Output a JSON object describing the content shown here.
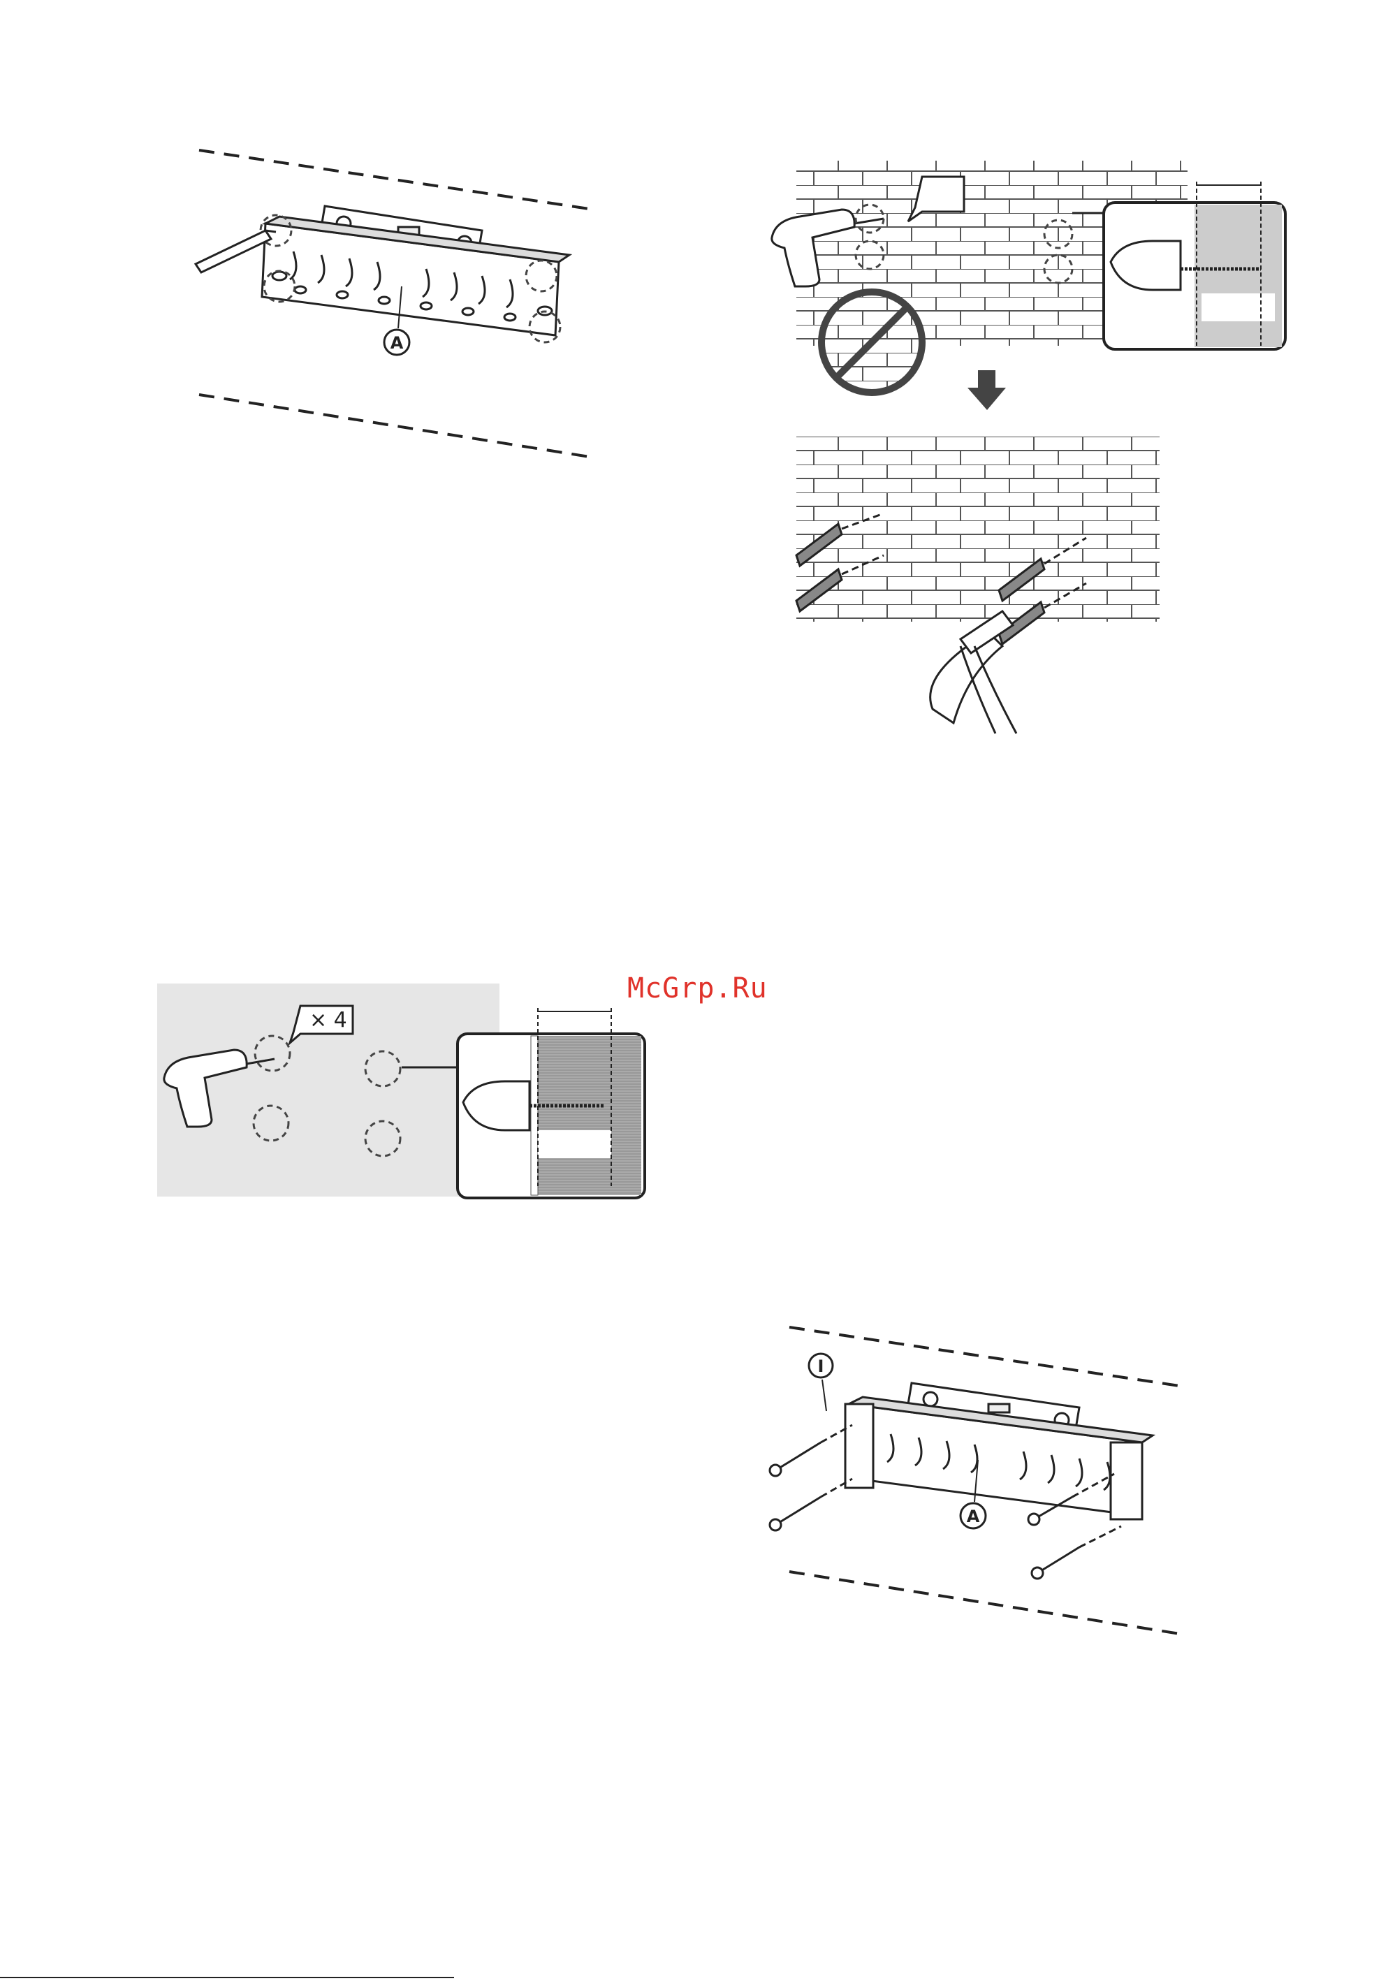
{
  "figures": {
    "fig1": {
      "callout": "A"
    },
    "fig2": {},
    "fig3": {
      "multiplier": "× 4"
    },
    "fig4": {
      "callout_a": "A",
      "callout_i": "I"
    }
  },
  "watermark": "McGrp.Ru"
}
